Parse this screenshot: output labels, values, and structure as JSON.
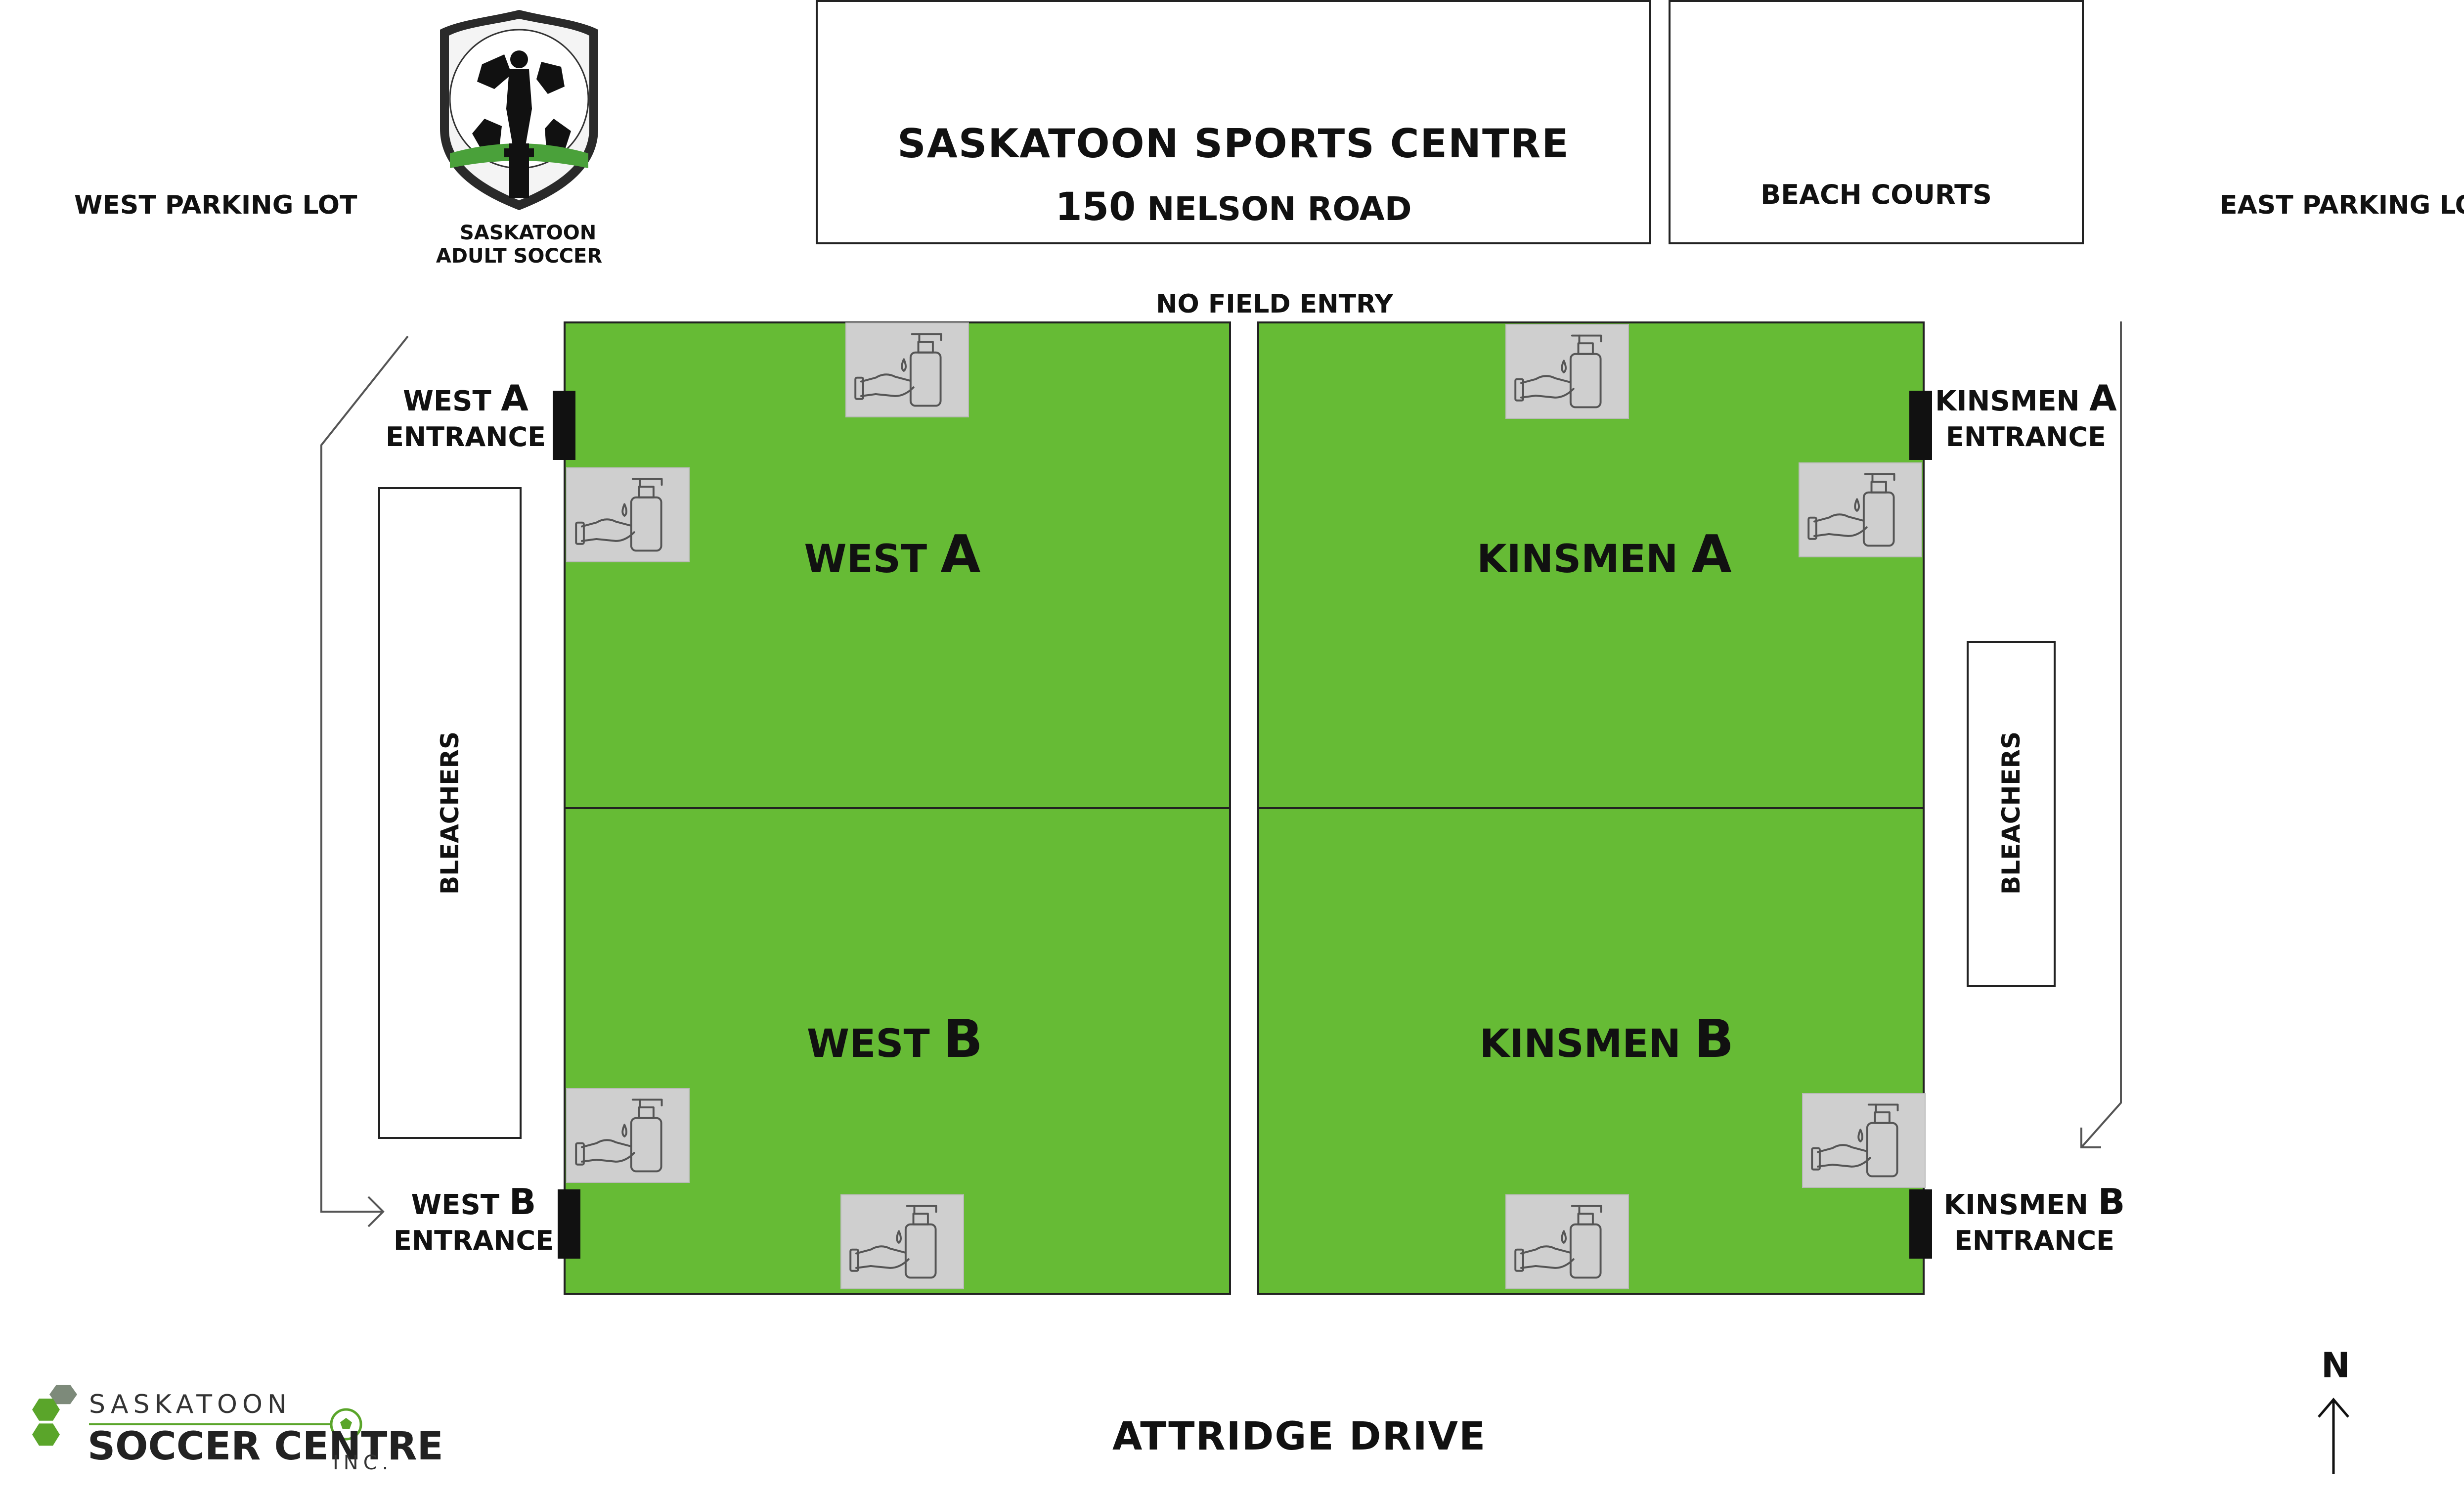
{
  "header": {
    "venue_name": "SASKATOON SPORTS CENTRE",
    "address_number": "150",
    "address_street": "NELSON ROAD",
    "beach_courts": "BEACH COURTS",
    "west_parking": "WEST PARKING LOT",
    "east_parking": "EAST PARKING LOT",
    "no_field_entry": "NO FIELD ENTRY"
  },
  "league_logo": {
    "line1": "SASKATOON",
    "line2": "ADULT SOCCER"
  },
  "fields": [
    {
      "prefix": "WEST",
      "letter": "A"
    },
    {
      "prefix": "WEST",
      "letter": "B"
    },
    {
      "prefix": "KINSMEN",
      "letter": "A"
    },
    {
      "prefix": "KINSMEN",
      "letter": "B"
    }
  ],
  "entrances": [
    {
      "prefix": "WEST",
      "letter": "A",
      "word": "ENTRANCE"
    },
    {
      "prefix": "WEST",
      "letter": "B",
      "word": "ENTRANCE"
    },
    {
      "prefix": "KINSMEN",
      "letter": "A",
      "word": "ENTRANCE"
    },
    {
      "prefix": "KINSMEN",
      "letter": "B",
      "word": "ENTRANCE"
    }
  ],
  "bleachers": [
    "BLEACHERS",
    "BLEACHERS"
  ],
  "street": "ATTRIDGE DRIVE",
  "north": "N",
  "centre_logo": {
    "line1": "SASKATOON",
    "line2": "SOCCER CENTRE",
    "suffix": "INC."
  },
  "icons": {
    "sanitizer": "hand-sanitizer-icon",
    "north_arrow": "north-arrow-icon"
  },
  "colors": {
    "field_green": "#66bb35",
    "logo_green": "#5aa52a",
    "logo_gray": "#7d8a7a"
  }
}
